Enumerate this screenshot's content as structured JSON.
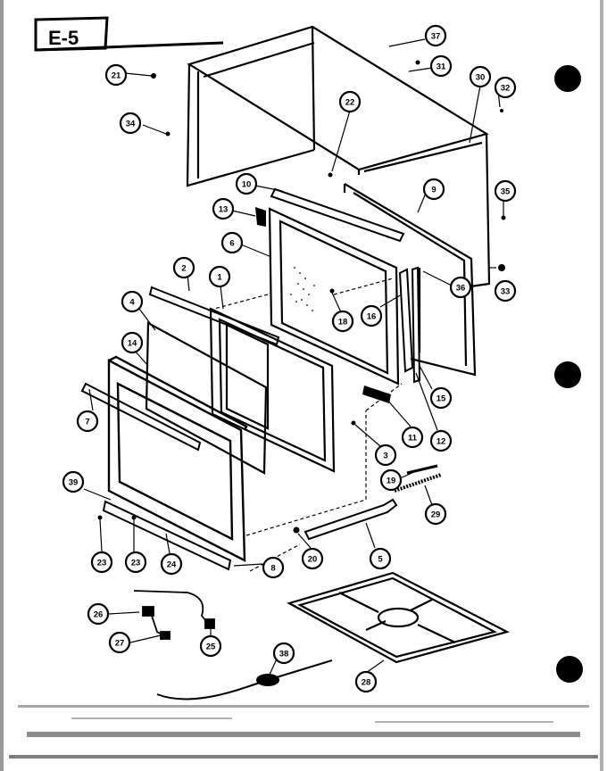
{
  "page_label": "E-5",
  "callouts": [
    {
      "id": "c37",
      "text": "37"
    },
    {
      "id": "c21",
      "text": "21"
    },
    {
      "id": "c31",
      "text": "31"
    },
    {
      "id": "c30",
      "text": "30"
    },
    {
      "id": "c32",
      "text": "32"
    },
    {
      "id": "c34",
      "text": "34"
    },
    {
      "id": "c22",
      "text": "22"
    },
    {
      "id": "c10",
      "text": "10"
    },
    {
      "id": "c9",
      "text": "9"
    },
    {
      "id": "c35",
      "text": "35"
    },
    {
      "id": "c13",
      "text": "13"
    },
    {
      "id": "c6a",
      "text": "6"
    },
    {
      "id": "c2",
      "text": "2"
    },
    {
      "id": "c1",
      "text": "1"
    },
    {
      "id": "c4",
      "text": "4"
    },
    {
      "id": "c36a",
      "text": "36"
    },
    {
      "id": "c33",
      "text": "33"
    },
    {
      "id": "c18",
      "text": "18"
    },
    {
      "id": "c16",
      "text": "16"
    },
    {
      "id": "c14",
      "text": "14"
    },
    {
      "id": "c15",
      "text": "15"
    },
    {
      "id": "c7",
      "text": "7"
    },
    {
      "id": "c11",
      "text": "11"
    },
    {
      "id": "c12",
      "text": "12"
    },
    {
      "id": "c3",
      "text": "3"
    },
    {
      "id": "c39",
      "text": "39"
    },
    {
      "id": "c19",
      "text": "19"
    },
    {
      "id": "c29",
      "text": "29"
    },
    {
      "id": "c23a",
      "text": "23"
    },
    {
      "id": "c23b",
      "text": "23"
    },
    {
      "id": "c24",
      "text": "24"
    },
    {
      "id": "c20",
      "text": "20"
    },
    {
      "id": "c5",
      "text": "5"
    },
    {
      "id": "c8",
      "text": "8"
    },
    {
      "id": "c26a",
      "text": "26"
    },
    {
      "id": "c27",
      "text": "27"
    },
    {
      "id": "c25",
      "text": "25"
    },
    {
      "id": "c38",
      "text": "38"
    },
    {
      "id": "c28",
      "text": "28"
    }
  ]
}
